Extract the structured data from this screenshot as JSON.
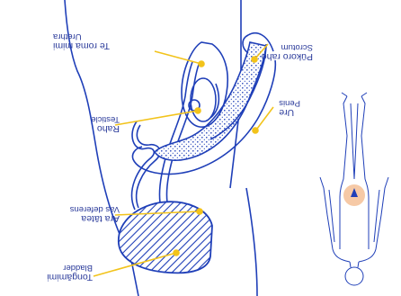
{
  "labels": {
    "urethra": {
      "maori": "Te roma mimi",
      "english": "Urethra"
    },
    "penis": {
      "maori": "Ure",
      "english": "Penis"
    },
    "scrotum": {
      "maori": "Pūkoro raho",
      "english": "Scrotum"
    },
    "testicle": {
      "maori": "Raho",
      "english": "Testicle"
    },
    "vas_deferens": {
      "maori": "Ara tātea",
      "english": "Vas deferens"
    },
    "bladder": {
      "maori": "Tongāmimi",
      "english": "Bladder"
    }
  },
  "colors": {
    "line": "#1f3fb8",
    "leader": "#f2c31b",
    "pointer": "#f2c31b",
    "highlight": "#f6c9a6"
  }
}
